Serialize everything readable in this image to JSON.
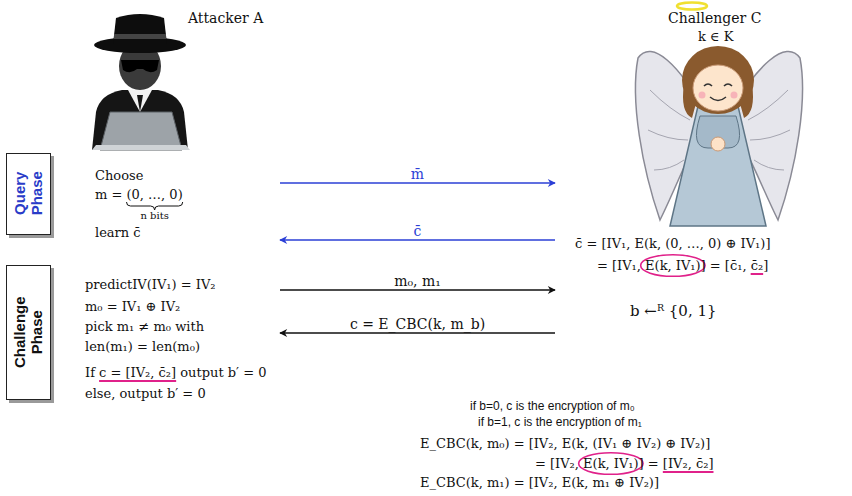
{
  "diagram": {
    "nodes": [
      {
        "text": [
          "Attacker A"
        ]
      },
      {
        "text": [
          "Challenger C",
          "k ∈ K"
        ]
      },
      {
        "text": [
          "Query Phase"
        ]
      },
      {
        "text": [
          "Challenge Phase"
        ]
      }
    ],
    "edges": [
      {
        "from": 0,
        "to": 1,
        "label": "m̄",
        "arrow": "to"
      },
      {
        "from": 1,
        "to": 0,
        "label": "c̄",
        "arrow": "to"
      },
      {
        "from": 0,
        "to": 1,
        "label": "m₀, m₁",
        "arrow": "to"
      },
      {
        "from": 1,
        "to": 0,
        "label": "c = E_CBC(k, m_b)",
        "arrow": "to"
      }
    ],
    "labels": [
      "Choose",
      "m = (0, …, 0)",
      "n bits",
      "learn c̄",
      "predictIV(IV₁) = IV₂",
      "m₀ = IV₁ ⊕ IV₂",
      "pick m₁ ≠ m₀ with",
      "len(m₁) = len(m₀)",
      "If c = [IV₂, c̄₂] output b′ = 0",
      "else, output b′ = 0",
      "c̄ = [IV₁, E(k, (0, …, 0) ⊕ IV₁)]",
      "= [IV₁, E(k, IV₁)] = [c̄₁, c̄₂]",
      "b ←ᴿ {0, 1}",
      "if b=0, c is the encryption of m₀",
      "if b=1, c is the encryption of m₁",
      "E_CBC(k, m₀) = [IV₂, E(k, (IV₁ ⊕ IV₂) ⊕ IV₂)]",
      "= [IV₂, E(k, IV₁)] = [IV₂, c̄₂]",
      "E_CBC(k, m₁) = [IV₂, E(k, m₁ ⊕ IV₂)]"
    ]
  }
}
